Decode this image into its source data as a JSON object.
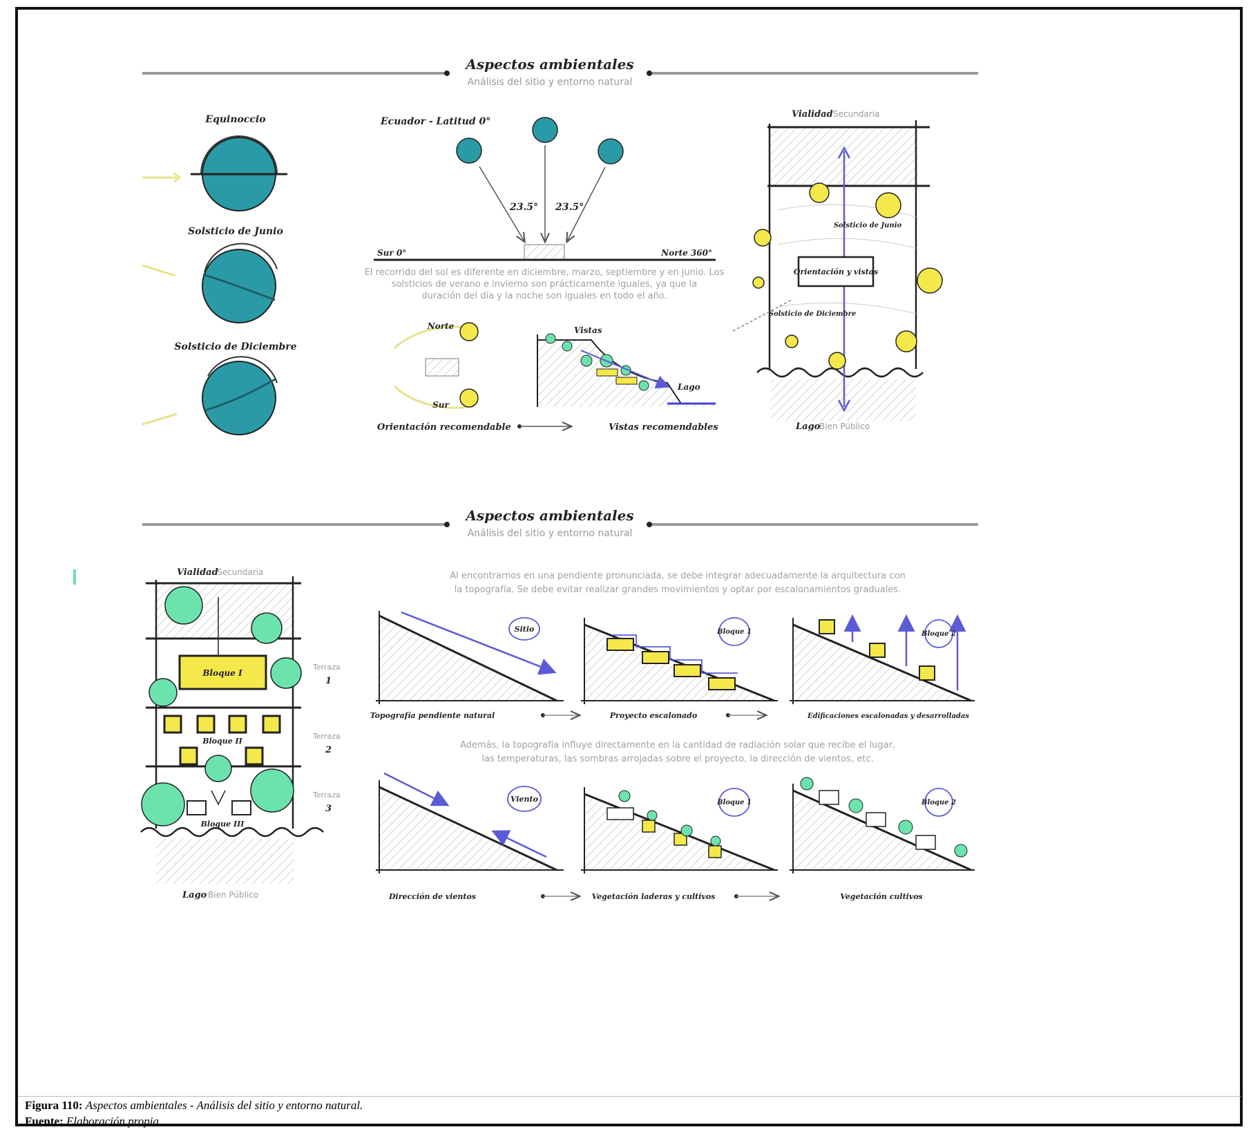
{
  "headers": [
    {
      "title": "Aspectos ambientales",
      "subtitle": "Análisis del sitio y entorno natural"
    },
    {
      "title": "Aspectos ambientales",
      "subtitle": "Análisis del sitio y entorno natural"
    }
  ],
  "sun_diagrams": {
    "equinox": "Equinoccio",
    "summer": "Solsticio de Junio",
    "winter": "Solsticio de Diciembre"
  },
  "ecuador": {
    "title": "Ecuador - Latitud 0°",
    "angle_left": "23.5°",
    "angle_right": "23.5°",
    "south": "Sur 0°",
    "north": "Norte 360°",
    "paragraph": "El recorrido del sol es diferente en diciembre, marzo, septiembre y en junio. Los ",
    "paragraph_2": "solsticios de verano e invierno son prácticamente iguales, ya que la ",
    "paragraph_3": "duración del día y la noche son iguales en todo el año.",
    "north_small": "Norte",
    "south_small": "Sur",
    "orientation": "Orientación recomendable",
    "views": "Vistas recomendables",
    "slope_views": "Vistas",
    "lake": "Lago"
  },
  "right_panel": {
    "title_bold": "Vialidad",
    "title_faint": "Secundaria",
    "summer": "Solsticio de Junio",
    "winter": "Solsticio de Diciembre",
    "box": "Orientación y vistas",
    "lake_bold": "Lago",
    "lake_faint": "Bien Público"
  },
  "site_plan": {
    "title_bold": "Vialidad",
    "title_faint": "Secundaria",
    "block1": "Bloque I",
    "block2": "Bloque II",
    "block3": "Bloque III",
    "level1": "Terraza",
    "level1_num": "1",
    "level2": "Terraza",
    "level2_num": "2",
    "level3": "Terraza",
    "level3_num": "3",
    "lake_bold": "Lago",
    "lake_faint": "Bien Público"
  },
  "terrain": {
    "para1_line1": "Al encontrarnos en una pendiente pronunciada, se debe integrar adecuadamente la arquitectura con",
    "para1_line2": "la topografía. Se debe evitar realizar grandes movimientos y optar por escalonamientos graduales.",
    "para2_line1": "Además, la topografía influye directamente en la cantidad de radiación solar que recibe el lugar,",
    "para2_line2": "las temperaturas, las sombras arrojadas sobre el proyecto, la dirección de vientos, etc.",
    "bubble_1": "Sitio",
    "bubble_2": "Bloque 1",
    "bubble_3": "Bloque 2",
    "bubble_4": "Viento",
    "bubble_5": "Bloque 1",
    "bubble_6": "Bloque 2",
    "label_1": "Topografía pendiente natural",
    "label_2": "Proyecto escalonado",
    "label_3": "Edificaciones escalonadas y desarrolladas",
    "label_4": "Dirección de vientos",
    "label_5": "Vegetación laderas y cultivos",
    "label_6": "Vegetación cultivos"
  },
  "caption": {
    "label": "Figura 110:",
    "text": "Aspectos ambientales - Análisis del sitio y entorno natural.",
    "source_label": "Fuente:",
    "source_text": "Elaboración propia"
  },
  "colors": {
    "teal": "#2a9aa6",
    "yellow": "#f5e84a",
    "green": "#6ce3ad",
    "blue": "#5b5bd6",
    "hatch": "#bdbdbd"
  }
}
